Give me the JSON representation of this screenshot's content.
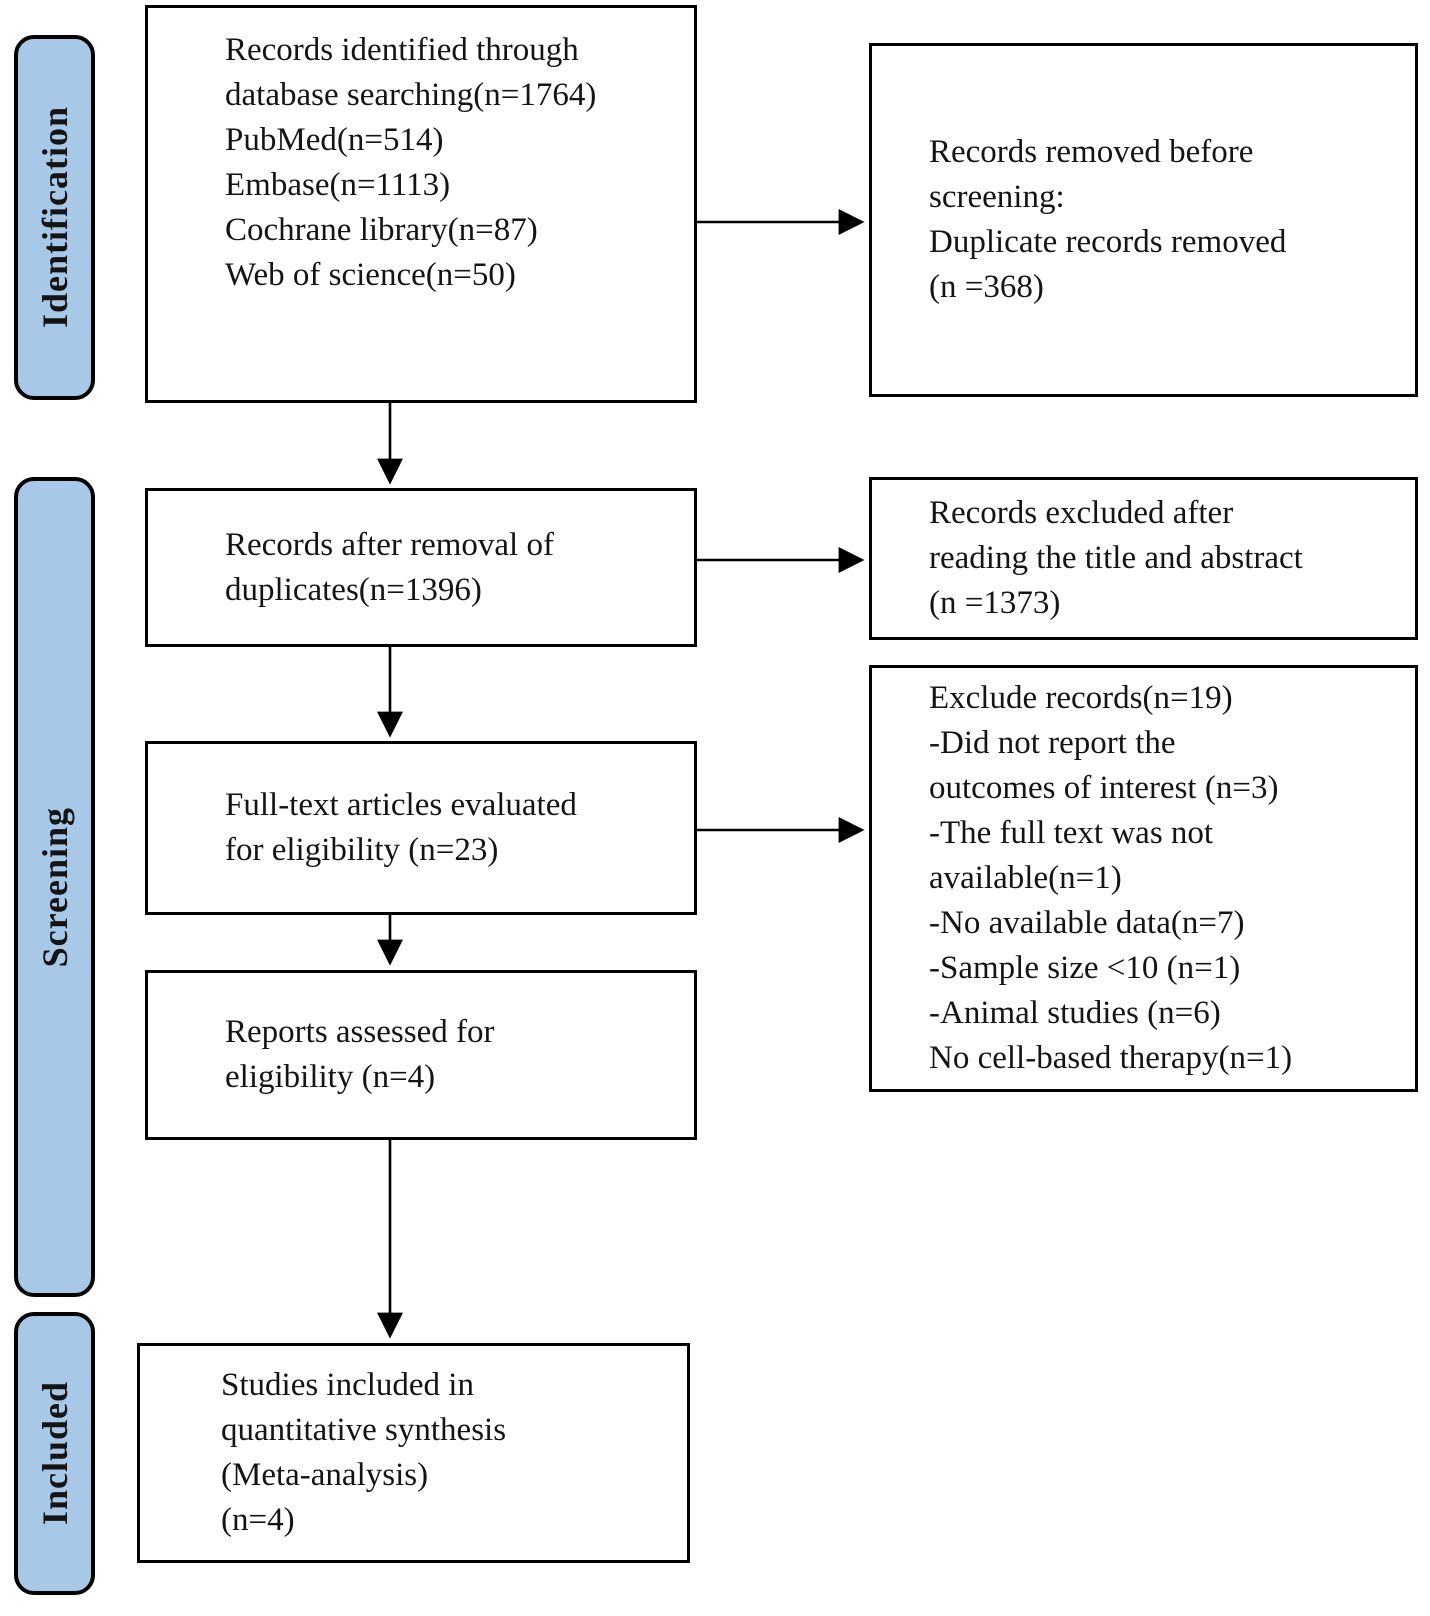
{
  "figure": {
    "kind": "prisma-flow-diagram",
    "background_color": "#ffffff",
    "stage_fill_color": "#a8c8e8",
    "stage_border_color": "#000000",
    "box_border_color": "#000000",
    "text_color": "#141414"
  },
  "stages": [
    {
      "label": "Identification"
    },
    {
      "label": "Screening"
    },
    {
      "label": "Included"
    }
  ],
  "boxes": {
    "identified": {
      "lines": [
        "Records identified through",
        "database searching(n=1764)",
        "PubMed(n=514)",
        "Embase(n=1113)",
        "Cochrane library(n=87)",
        "Web of science(n=50)"
      ]
    },
    "removed_before_screening": {
      "lines": [
        "Records removed before",
        "screening:",
        "Duplicate records removed",
        "(n =368)"
      ]
    },
    "after_duplicates": {
      "lines": [
        "Records after removal of",
        "duplicates(n=1396)"
      ]
    },
    "excluded_title_abstract": {
      "lines": [
        "Records excluded after",
        "reading the title and abstract",
        "(n =1373)"
      ]
    },
    "fulltext_evaluated": {
      "lines": [
        "Full-text articles evaluated",
        "for eligibility (n=23)"
      ]
    },
    "excluded_fulltext": {
      "lines": [
        "Exclude records(n=19)",
        "-Did not report the",
        "outcomes of interest (n=3)",
        "-The full text was not",
        "available(n=1)",
        "-No available data(n=7)",
        "-Sample size <10 (n=1)",
        "-Animal studies  (n=6)",
        "No cell-based therapy(n=1)"
      ]
    },
    "reports_assessed": {
      "lines": [
        "Reports assessed for",
        "eligibility (n=4)"
      ]
    },
    "included_synthesis": {
      "lines": [
        "Studies included in",
        "quantitative synthesis",
        "(Meta-analysis)",
        "(n=4)"
      ]
    }
  }
}
